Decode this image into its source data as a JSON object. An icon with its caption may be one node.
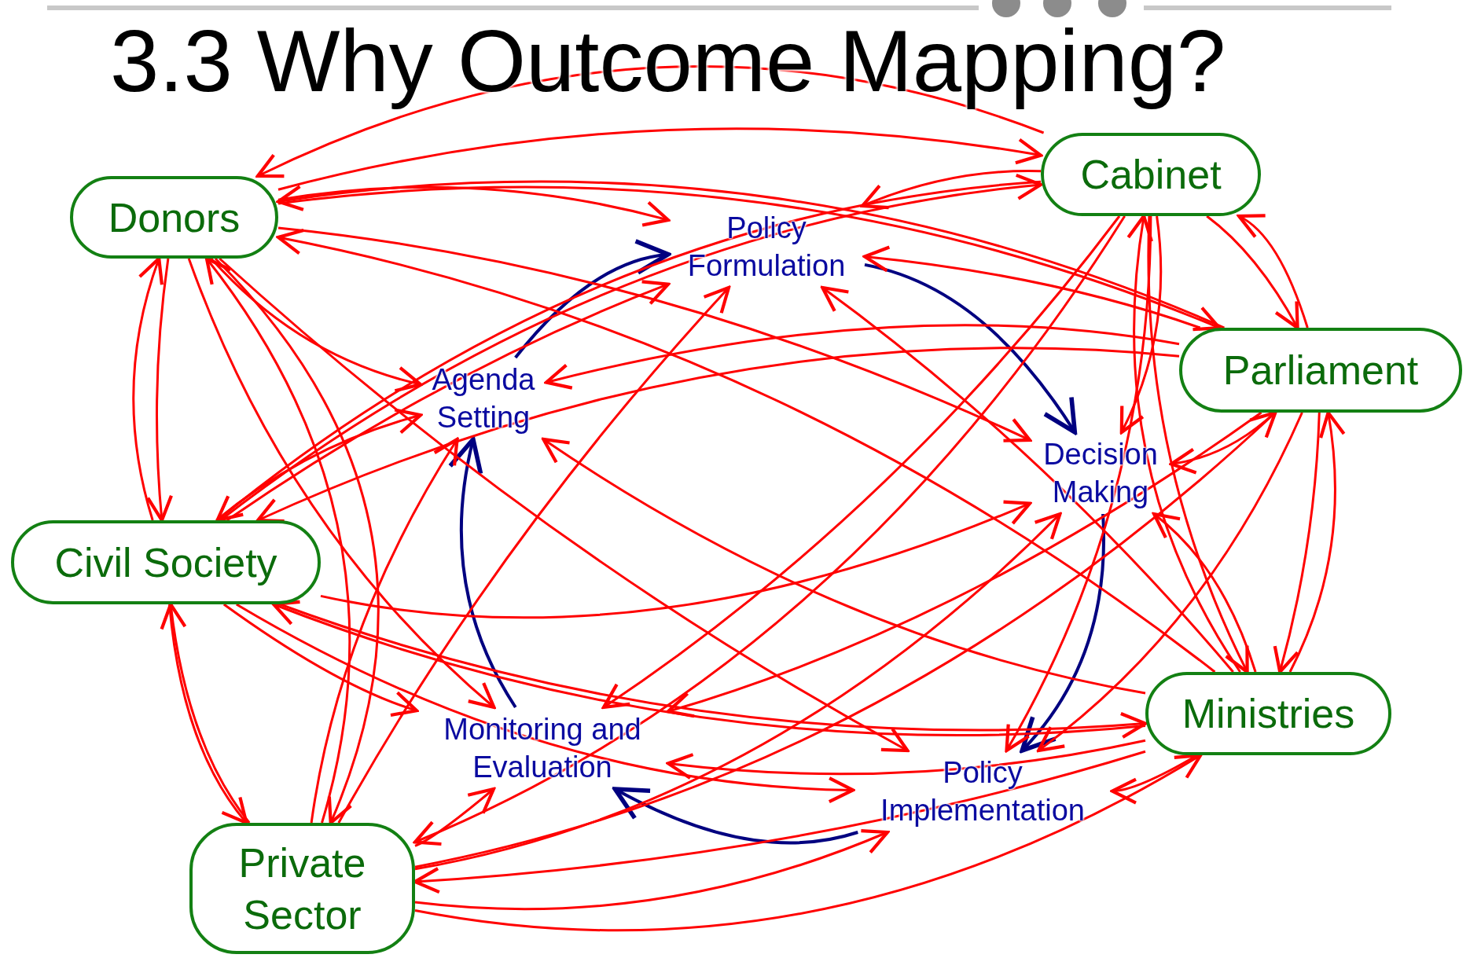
{
  "diagram": {
    "title": "3.3  Why Outcome Mapping?",
    "nodes": [
      {
        "text": [
          "Donors"
        ]
      },
      {
        "text": [
          "Cabinet"
        ]
      },
      {
        "text": [
          "Parliament"
        ]
      },
      {
        "text": [
          "Civil Society"
        ]
      },
      {
        "text": [
          "Ministries"
        ]
      },
      {
        "text": [
          "Private Sector"
        ]
      },
      {
        "text": [
          "Policy Formulation"
        ]
      },
      {
        "text": [
          "Agenda Setting"
        ]
      },
      {
        "text": [
          "Decision Making"
        ]
      },
      {
        "text": [
          "Monitoring and Evaluation"
        ]
      },
      {
        "text": [
          "Policy Implementation"
        ]
      }
    ],
    "edges": [
      {
        "from": 7,
        "to": 6,
        "arrow": "to",
        "color": "#000080"
      },
      {
        "from": 6,
        "to": 8,
        "arrow": "to",
        "color": "#000080"
      },
      {
        "from": 8,
        "to": 10,
        "arrow": "to",
        "color": "#000080"
      },
      {
        "from": 10,
        "to": 9,
        "arrow": "to",
        "color": "#000080"
      },
      {
        "from": 9,
        "to": 7,
        "arrow": "to",
        "color": "#000080"
      },
      {
        "from": 0,
        "to": 3,
        "arrow": "to"
      },
      {
        "from": 3,
        "to": 0,
        "arrow": "to"
      },
      {
        "from": 3,
        "to": 5,
        "arrow": "to"
      },
      {
        "from": 5,
        "to": 3,
        "arrow": "to"
      },
      {
        "from": 0,
        "to": 5,
        "arrow": "to"
      },
      {
        "from": 5,
        "to": 0,
        "arrow": "to"
      },
      {
        "from": 0,
        "to": 1,
        "arrow": "to"
      },
      {
        "from": 1,
        "to": 0,
        "arrow": "to"
      },
      {
        "from": 2,
        "to": 0,
        "arrow": "to"
      },
      {
        "from": 0,
        "to": 2,
        "arrow": "to"
      },
      {
        "from": 4,
        "to": 0,
        "arrow": "to"
      },
      {
        "from": 1,
        "to": 2,
        "arrow": "to"
      },
      {
        "from": 2,
        "to": 1,
        "arrow": "to"
      },
      {
        "from": 1,
        "to": 4,
        "arrow": "to"
      },
      {
        "from": 4,
        "to": 1,
        "arrow": "to"
      },
      {
        "from": 2,
        "to": 4,
        "arrow": "to"
      },
      {
        "from": 4,
        "to": 2,
        "arrow": "to"
      },
      {
        "from": 1,
        "to": 3,
        "arrow": "to"
      },
      {
        "from": 3,
        "to": 1,
        "arrow": "to"
      },
      {
        "from": 2,
        "to": 3,
        "arrow": "to"
      },
      {
        "from": 4,
        "to": 3,
        "arrow": "to"
      },
      {
        "from": 3,
        "to": 4,
        "arrow": "to"
      },
      {
        "from": 1,
        "to": 5,
        "arrow": "to"
      },
      {
        "from": 5,
        "to": 2,
        "arrow": "to"
      },
      {
        "from": 5,
        "to": 4,
        "arrow": "to"
      },
      {
        "from": 4,
        "to": 5,
        "arrow": "to"
      },
      {
        "from": 0,
        "to": 6,
        "arrow": "to"
      },
      {
        "from": 0,
        "to": 7,
        "arrow": "to"
      },
      {
        "from": 0,
        "to": 8,
        "arrow": "to"
      },
      {
        "from": 0,
        "to": 9,
        "arrow": "to"
      },
      {
        "from": 0,
        "to": 10,
        "arrow": "to"
      },
      {
        "from": 1,
        "to": 6,
        "arrow": "to"
      },
      {
        "from": 1,
        "to": 8,
        "arrow": "to"
      },
      {
        "from": 1,
        "to": 9,
        "arrow": "to"
      },
      {
        "from": 1,
        "to": 10,
        "arrow": "to"
      },
      {
        "from": 2,
        "to": 6,
        "arrow": "to"
      },
      {
        "from": 2,
        "to": 7,
        "arrow": "to"
      },
      {
        "from": 2,
        "to": 8,
        "arrow": "to"
      },
      {
        "from": 2,
        "to": 9,
        "arrow": "to"
      },
      {
        "from": 2,
        "to": 10,
        "arrow": "to"
      },
      {
        "from": 3,
        "to": 6,
        "arrow": "to"
      },
      {
        "from": 3,
        "to": 7,
        "arrow": "to"
      },
      {
        "from": 3,
        "to": 8,
        "arrow": "to"
      },
      {
        "from": 3,
        "to": 9,
        "arrow": "to"
      },
      {
        "from": 3,
        "to": 10,
        "arrow": "to"
      },
      {
        "from": 4,
        "to": 6,
        "arrow": "to"
      },
      {
        "from": 4,
        "to": 7,
        "arrow": "to"
      },
      {
        "from": 4,
        "to": 8,
        "arrow": "to"
      },
      {
        "from": 4,
        "to": 9,
        "arrow": "to"
      },
      {
        "from": 4,
        "to": 10,
        "arrow": "to"
      },
      {
        "from": 5,
        "to": 6,
        "arrow": "to"
      },
      {
        "from": 5,
        "to": 7,
        "arrow": "to"
      },
      {
        "from": 5,
        "to": 8,
        "arrow": "to"
      },
      {
        "from": 5,
        "to": 9,
        "arrow": "to"
      },
      {
        "from": 5,
        "to": 10,
        "arrow": "to"
      }
    ]
  }
}
